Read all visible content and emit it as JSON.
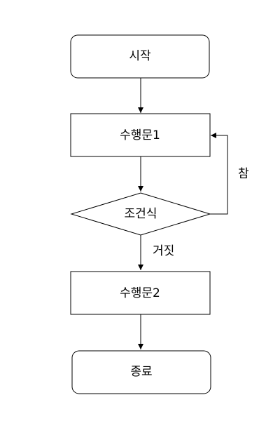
{
  "nodes": {
    "start": {
      "label": "시작"
    },
    "statement1": {
      "label": "수행문1"
    },
    "condition": {
      "label": "조건식"
    },
    "statement2": {
      "label": "수행문2"
    },
    "end": {
      "label": "종료"
    }
  },
  "edges": {
    "true_label": "참",
    "false_label": "거짓"
  },
  "colors": {
    "stroke": "#000000",
    "fill": "#ffffff"
  }
}
